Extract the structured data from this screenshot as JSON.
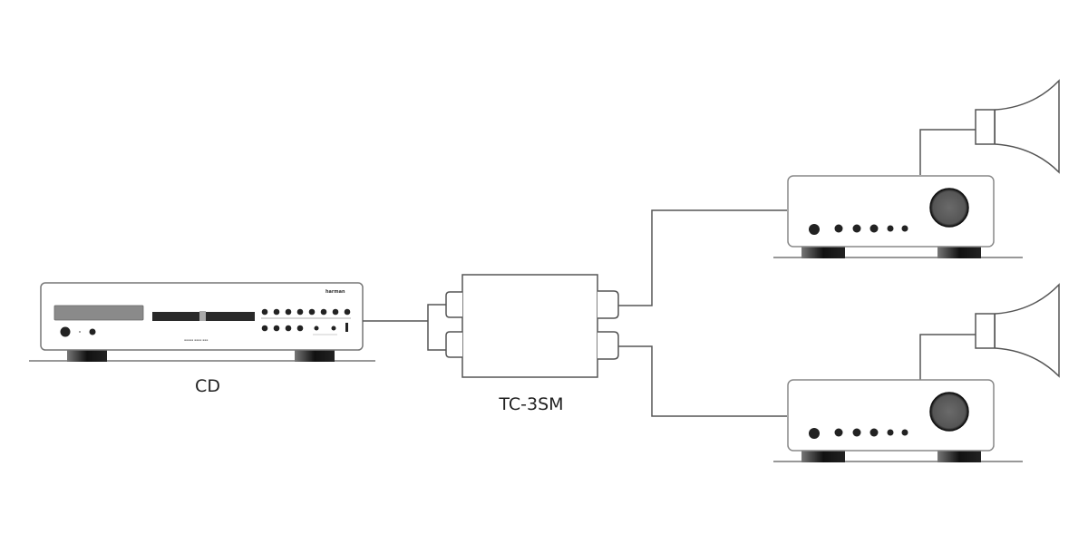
{
  "diagram": {
    "title": "",
    "nodes": [
      {
        "id": "cd",
        "label": "CD",
        "type": "cd-player",
        "brand_text": "harman"
      },
      {
        "id": "tc3sm",
        "label": "TC-3SM",
        "type": "splitter",
        "inputs": 2,
        "outputs": 2
      },
      {
        "id": "amp1",
        "label": "",
        "type": "amplifier"
      },
      {
        "id": "amp2",
        "label": "",
        "type": "amplifier"
      },
      {
        "id": "horn1",
        "label": "",
        "type": "horn-speaker"
      },
      {
        "id": "horn2",
        "label": "",
        "type": "horn-speaker"
      }
    ],
    "edges": [
      {
        "from": "cd",
        "to": "tc3sm",
        "note": "splits into both splitter inputs"
      },
      {
        "from": "tc3sm",
        "to": "amp1"
      },
      {
        "from": "tc3sm",
        "to": "amp2"
      },
      {
        "from": "amp1",
        "to": "horn1"
      },
      {
        "from": "amp2",
        "to": "horn2"
      }
    ]
  },
  "labels": {
    "cd": "CD",
    "splitter": "TC-3SM"
  },
  "colors": {
    "line": "#555555",
    "display": "#8a8a8a",
    "knob": "#444444",
    "foot": "#1a1a1a",
    "background": "#ffffff"
  }
}
